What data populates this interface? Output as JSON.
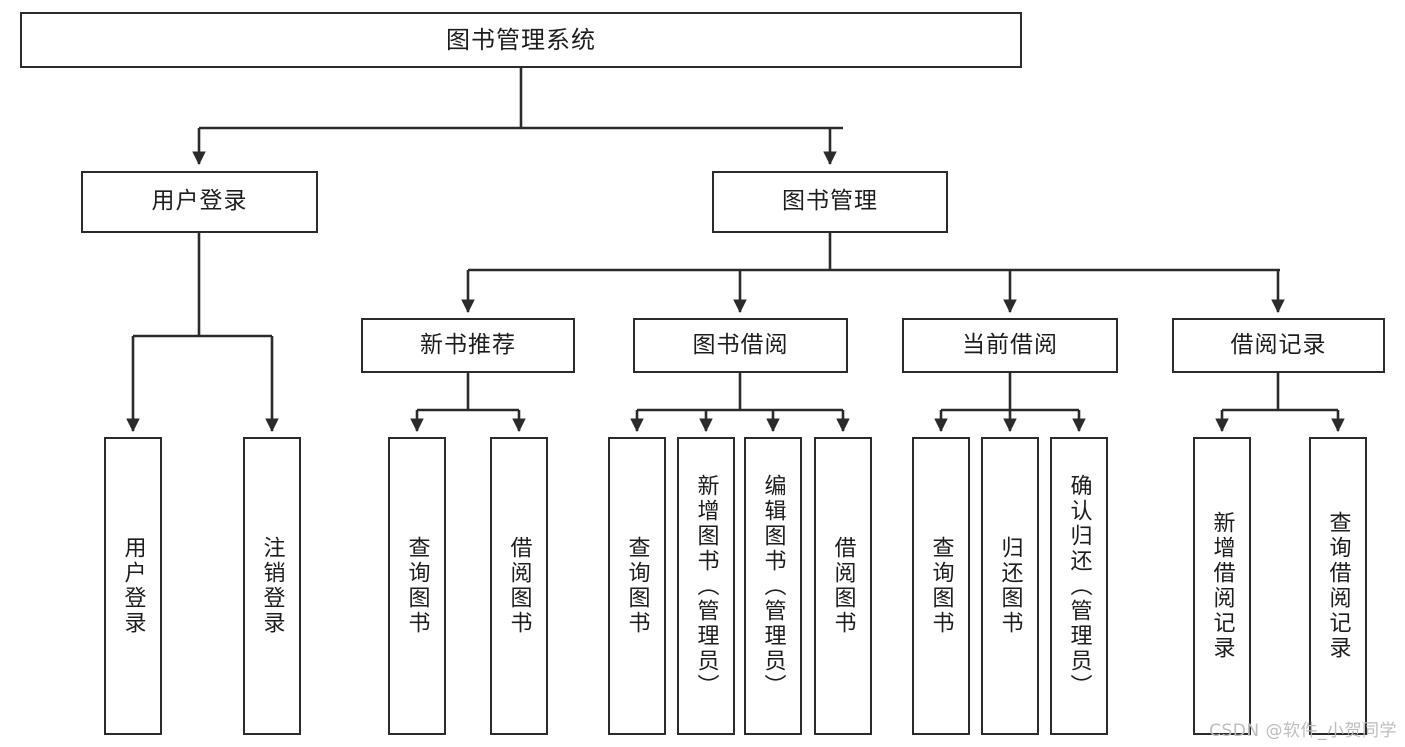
{
  "diagram": {
    "type": "tree-hierarchy-chart",
    "title": "图书管理系统",
    "stroke_color": "#2b2b2b",
    "box_fill": "#ffffff",
    "background": "#ffffff",
    "watermark": "CSDN @软件_小贺同学"
  },
  "nodes": {
    "root": {
      "label": "图书管理系统"
    },
    "level2": [
      {
        "id": "user-login",
        "label": "用户登录"
      },
      {
        "id": "book-manage",
        "label": "图书管理"
      }
    ],
    "level3": [
      {
        "id": "new-book-recommend",
        "label": "新书推荐"
      },
      {
        "id": "book-borrow",
        "label": "图书借阅"
      },
      {
        "id": "current-borrow",
        "label": "当前借阅"
      },
      {
        "id": "borrow-record",
        "label": "借阅记录"
      }
    ],
    "leaves": {
      "user_login": [
        {
          "id": "leaf-user-login",
          "label": "用户登录"
        },
        {
          "id": "leaf-logout-login",
          "label": "注销登录"
        }
      ],
      "new_book_recommend": [
        {
          "id": "leaf-query-book-1",
          "label": "查询图书"
        },
        {
          "id": "leaf-borrow-book-1",
          "label": "借阅图书"
        }
      ],
      "book_borrow": [
        {
          "id": "leaf-query-book-2",
          "label": "查询图书"
        },
        {
          "id": "leaf-add-book",
          "label": "新增图书（管理员）"
        },
        {
          "id": "leaf-edit-book",
          "label": "编辑图书（管理员）"
        },
        {
          "id": "leaf-borrow-book-2",
          "label": "借阅图书"
        }
      ],
      "current_borrow": [
        {
          "id": "leaf-query-book-3",
          "label": "查询图书"
        },
        {
          "id": "leaf-return-book",
          "label": "归还图书"
        },
        {
          "id": "leaf-confirm-return",
          "label": "确认归还（管理员）"
        }
      ],
      "borrow_record": [
        {
          "id": "leaf-add-record",
          "label": "新增借阅记录"
        },
        {
          "id": "leaf-query-record",
          "label": "查询借阅记录"
        }
      ]
    }
  }
}
